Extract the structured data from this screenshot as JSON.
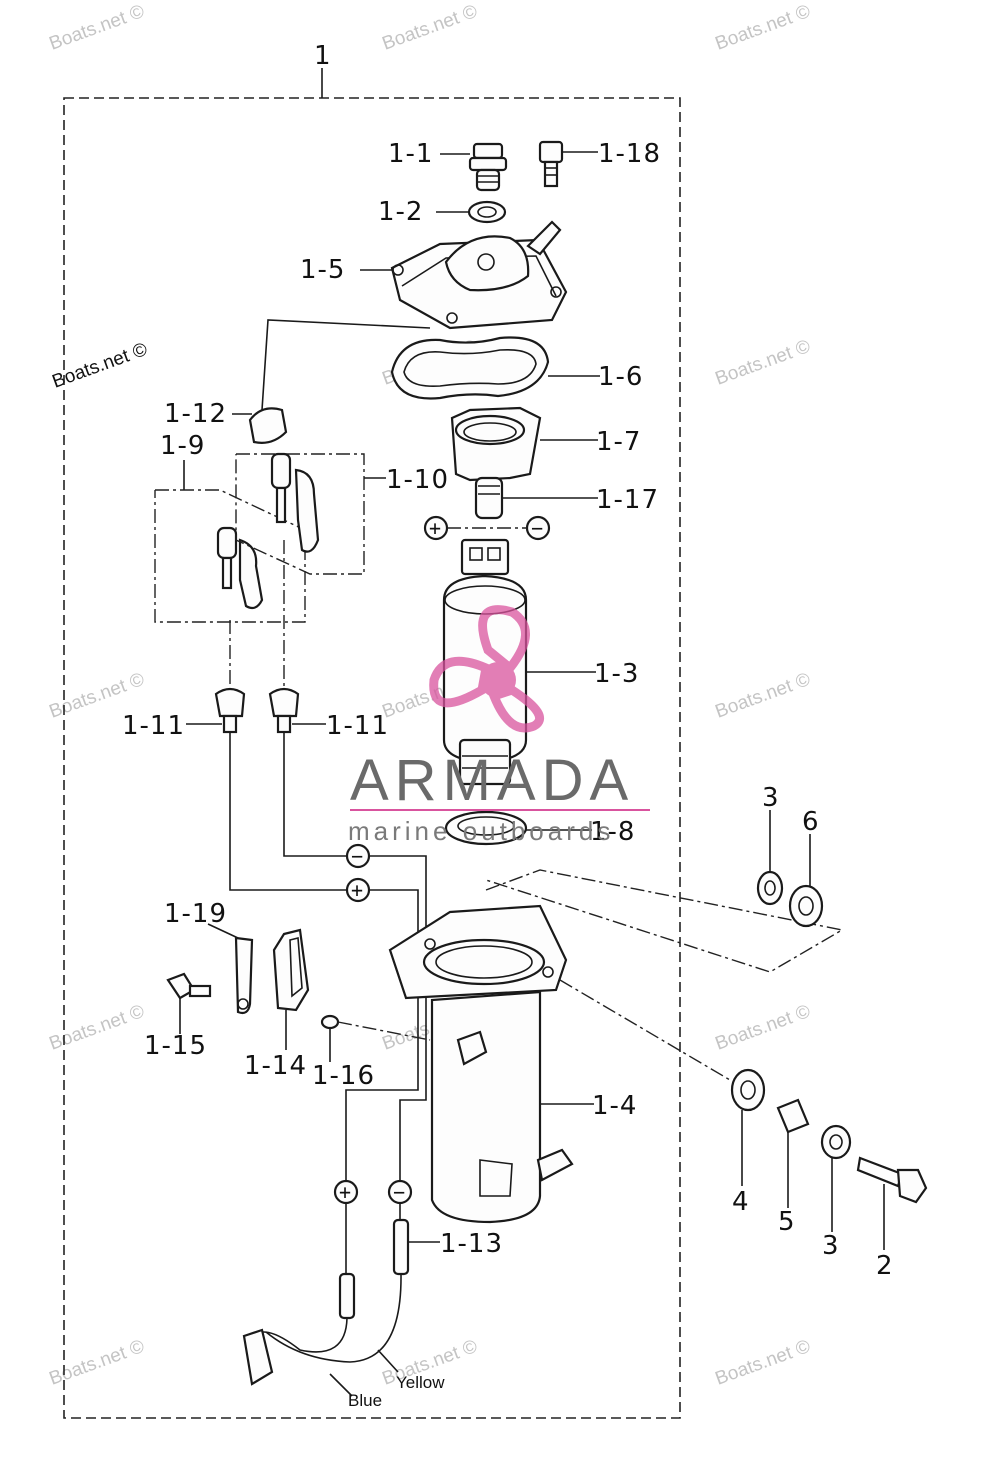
{
  "watermarks": [
    "Boats.net ©",
    "Boats.net ©",
    "Boats.net ©",
    "Boats.net ©",
    "Boats.net ©",
    "Boats.net ©",
    "Boats.net ©",
    "Boats.net ©",
    "Boats.net ©",
    "Boats.net ©",
    "Boats.net ©",
    "Boats.net ©",
    "Boats.net ©",
    "Boats.net ©",
    "Boats.net ©"
  ],
  "brand": {
    "name": "ARMADA",
    "tagline": "marine outboards",
    "accent": "#d9549e"
  },
  "callouts": {
    "assembly": "1",
    "p1_1": "1-1",
    "p1_18": "1-18",
    "p1_2": "1-2",
    "p1_5": "1-5",
    "p1_6": "1-6",
    "p1_12": "1-12",
    "p1_9": "1-9",
    "p1_7": "1-7",
    "p1_10": "1-10",
    "p1_17": "1-17",
    "p1_3": "1-3",
    "p1_11a": "1-11",
    "p1_11b": "1-11",
    "p1_8": "1-8",
    "p1_19": "1-19",
    "p1_15": "1-15",
    "p1_14": "1-14",
    "p1_16": "1-16",
    "p1_4": "1-4",
    "p1_13": "1-13",
    "p3a": "3",
    "p6": "6",
    "p4": "4",
    "p5": "5",
    "p3b": "3",
    "p2": "2"
  },
  "polarity": {
    "plus": "+",
    "minus": "−"
  },
  "wires": {
    "yellow": "Yellow",
    "blue": "Blue"
  }
}
